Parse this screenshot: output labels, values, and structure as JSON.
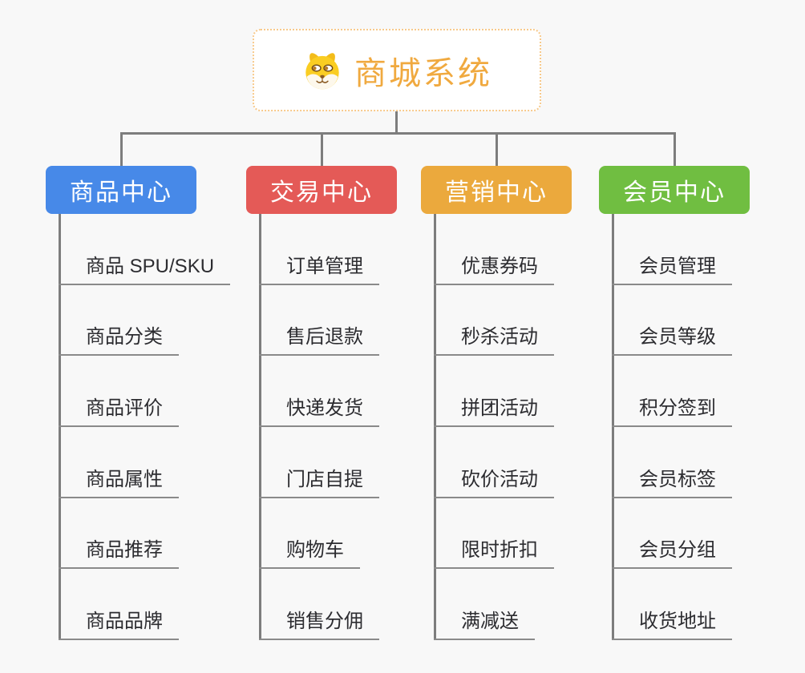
{
  "app": {
    "background_color": "#f8f8f8",
    "connector_color": "#7d7d7d",
    "underline_color": "#8a8a8a"
  },
  "root": {
    "label": "商城系统",
    "icon": "dog-face-icon",
    "text_color": "#f0a93f",
    "border_color": "#f7c98b"
  },
  "branches": [
    {
      "label": "商品中心",
      "color": "#4789e8",
      "children": [
        "商品 SPU/SKU",
        "商品分类",
        "商品评价",
        "商品属性",
        "商品推荐",
        "商品品牌"
      ]
    },
    {
      "label": "交易中心",
      "color": "#e45a57",
      "children": [
        "订单管理",
        "售后退款",
        "快递发货",
        "门店自提",
        "购物车",
        "销售分佣"
      ]
    },
    {
      "label": "营销中心",
      "color": "#eba93d",
      "children": [
        "优惠券码",
        "秒杀活动",
        "拼团活动",
        "砍价活动",
        "限时折扣",
        "满减送"
      ]
    },
    {
      "label": "会员中心",
      "color": "#70be41",
      "children": [
        "会员管理",
        "会员等级",
        "积分签到",
        "会员标签",
        "会员分组",
        "收货地址"
      ]
    }
  ]
}
